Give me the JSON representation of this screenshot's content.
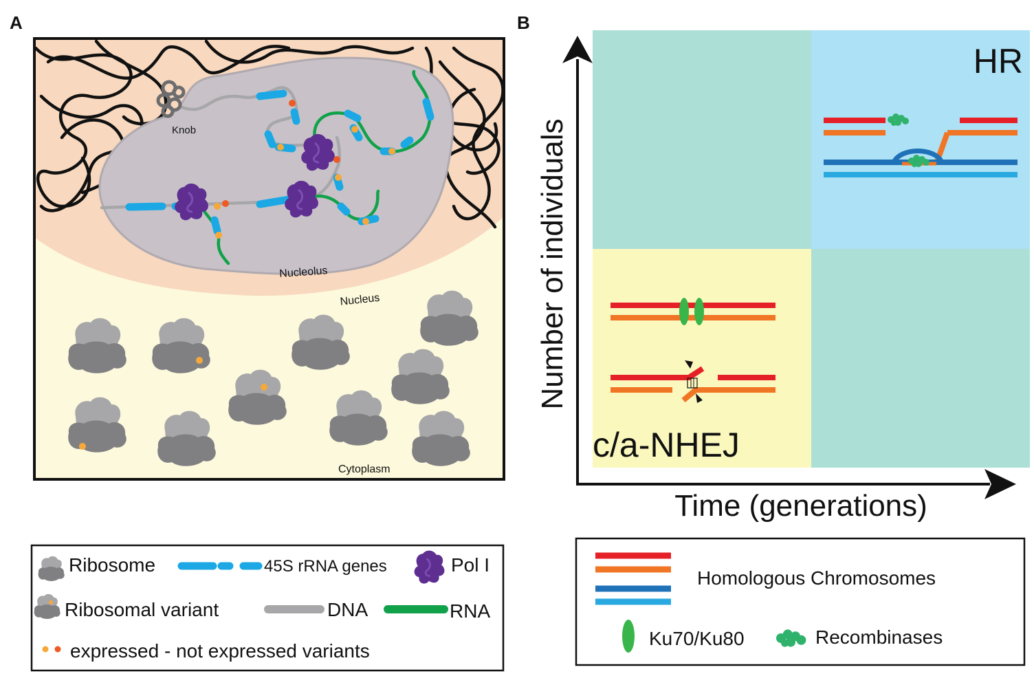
{
  "panel_a": {
    "letter": "A",
    "labels": {
      "knob": "Knob",
      "nucleolus": "Nucleolus",
      "nucleus": "Nucleus",
      "cytoplasm": "Cytoplasm"
    },
    "legend": {
      "ribosome": "Ribosome",
      "rrna_genes": "45S rRNA genes",
      "pol1": "Pol I",
      "ribosomal_variant": "Ribosomal variant",
      "dna": "DNA",
      "rna": "RNA",
      "variants": "expressed - not expressed variants"
    },
    "colors": {
      "nucleus": "#f8d9bf",
      "nucleolus": "#c8c2c8",
      "cytoplasm": "#fdf9dc",
      "rrna_gene": "#1ca8e4",
      "dna": "#a7a7a9",
      "rna": "#12a14b",
      "pol1": "#5e2e91",
      "expressed": "#f6a83a",
      "not_expressed": "#ee5a24"
    }
  },
  "panel_b": {
    "letter": "B",
    "y_axis": "Number of individuals",
    "x_axis": "Time (generations)",
    "quadrants": {
      "top_right": "HR",
      "bottom_left": "c/a-NHEJ"
    },
    "legend": {
      "homologous": "Homologous Chromosomes",
      "ku": "Ku70/Ku80",
      "recombinases": "Recombinases"
    },
    "colors": {
      "teal": "#acdfd6",
      "hr": "#ade1f5",
      "nhej": "#fbf8be",
      "red": "#e52026",
      "orange": "#f07524",
      "blue_dark": "#1f71b8",
      "blue_light": "#2aa9e1",
      "green": "#2fb26b",
      "ku": "#39b54a"
    }
  }
}
